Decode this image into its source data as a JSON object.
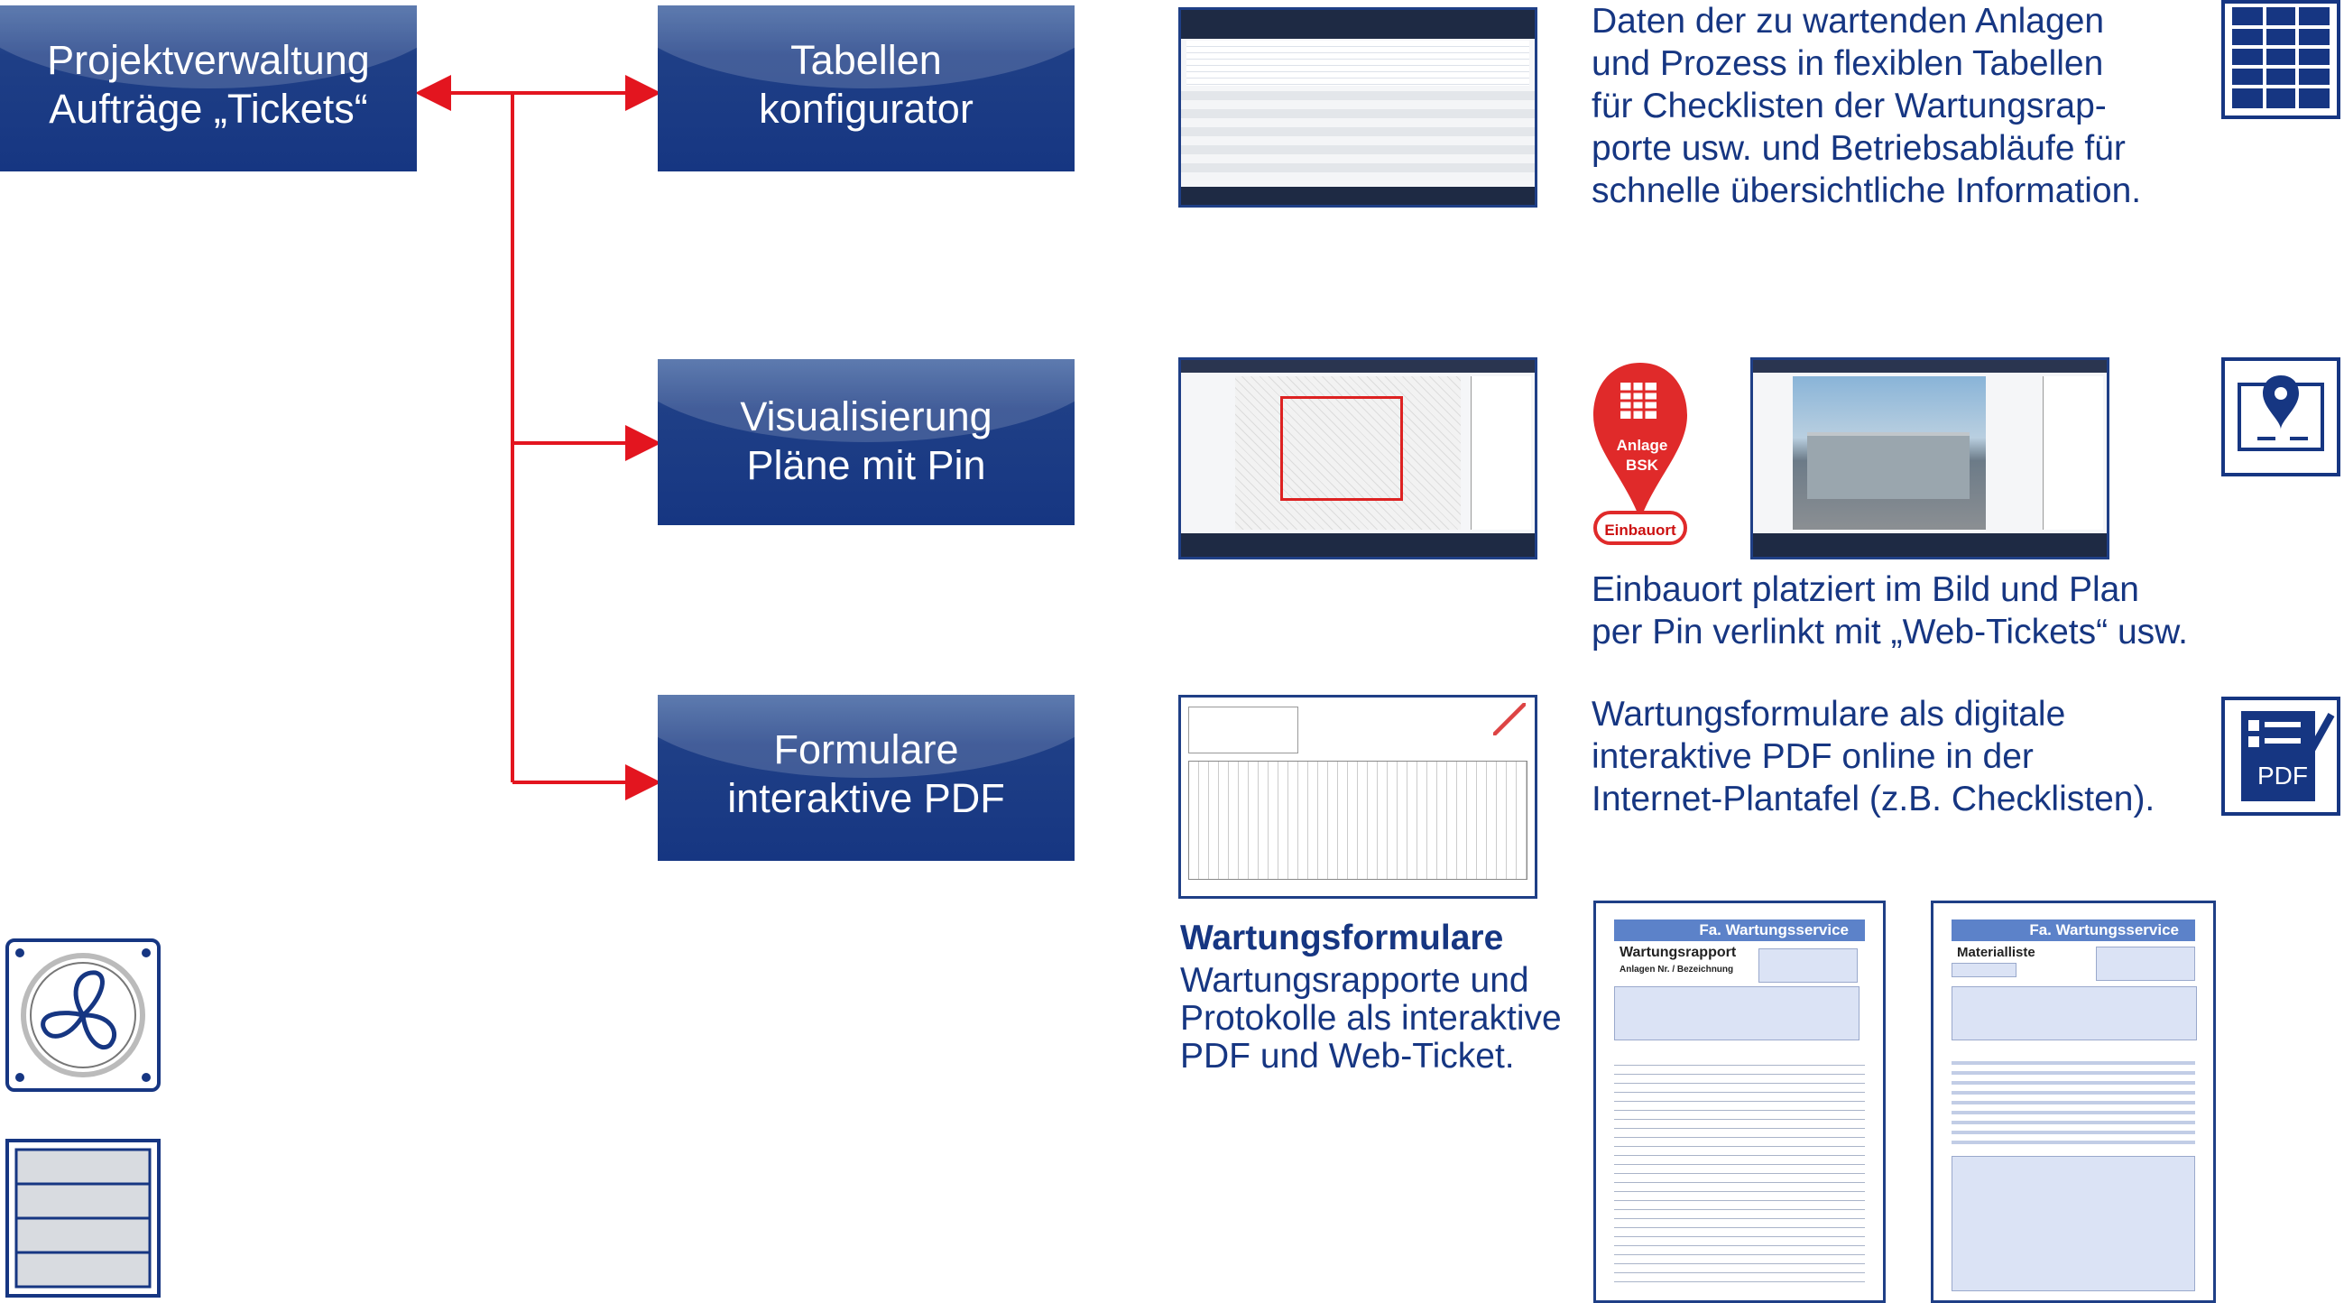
{
  "boxes": {
    "projekt": {
      "line1": "Projektverwaltung",
      "line2": "Aufträge „Tickets“"
    },
    "tabellen": {
      "line1": "Tabellen",
      "line2": "konfigurator"
    },
    "visual": {
      "line1": "Visualisierung",
      "line2": "Pläne mit Pin"
    },
    "formulare": {
      "line1": "Formulare",
      "line2": "interaktive PDF"
    }
  },
  "descriptions": {
    "tabellen": [
      "Daten der zu wartenden Anlagen",
      "und Prozess in flexiblen Tabellen",
      "für Checklisten der Wartungsrap-",
      "porte usw. und Betriebsabläufe für",
      "schnelle übersichtliche Information."
    ],
    "visual": [
      "Einbauort platziert im Bild und Plan",
      "per Pin verlinkt mit „Web-Tickets“ usw."
    ],
    "formulare": [
      "Wartungsformulare als digitale",
      "interaktive PDF online in der",
      "Internet-Plantafel (z.B. Checklisten)."
    ]
  },
  "wartungs_caption": {
    "title": "Wartungsformulare",
    "lines": [
      "Wartungsrapporte und",
      "Protokolle als interaktive",
      "PDF und Web-Ticket."
    ]
  },
  "pin": {
    "line1": "Anlage",
    "line2": "BSK",
    "badge": "Einbauort"
  },
  "pdf_icon_label": "PDF",
  "forms": {
    "rapport": {
      "header": "Fa. Wartungsservice",
      "title": "Wartungsrapport",
      "subtitle": "Anlagen Nr. / Bezeichnung"
    },
    "material": {
      "header": "Fa. Wartungsservice",
      "title": "Materialliste"
    }
  },
  "icons": [
    "table-icon",
    "map-pin-icon",
    "pdf-form-icon",
    "fan-icon",
    "panel-icon"
  ],
  "colors": {
    "brand": "#163682",
    "arrow": "#e3151f",
    "pin": "#e02a2a"
  }
}
